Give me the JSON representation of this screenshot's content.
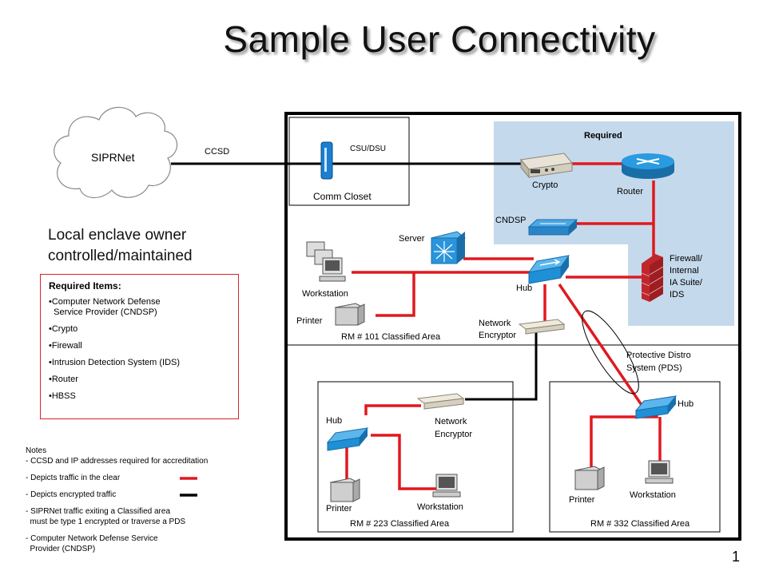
{
  "title": "Sample User Connectivity",
  "page_number": "1",
  "cloud": {
    "label": "SIPRNet"
  },
  "link_label": "CCSD",
  "enclave_text": {
    "line1": "Local enclave owner",
    "line2": "controlled/maintained"
  },
  "required_box": {
    "title": "Required Items:",
    "items": [
      "•Computer Network Defense",
      "  Service Provider (CNDSP)",
      "•Crypto",
      "•Firewall",
      "•Intrusion Detection System (IDS)",
      "•Router",
      "•HBSS"
    ]
  },
  "notes": {
    "heading": "Notes",
    "lines": [
      "-  CCSD and  IP addresses required for accreditation",
      "- Depicts traffic in the clear",
      "- Depicts encrypted traffic",
      "- SIPRNet traffic exiting a Classified area",
      "  must be type 1 encrypted or traverse a PDS",
      "- Computer Network Defense Service",
      "  Provider (CNDSP)"
    ]
  },
  "diagram": {
    "comm_closet": "Comm Closet",
    "csu_dsu": "CSU/DSU",
    "required": "Required",
    "crypto": "Crypto",
    "router": "Router",
    "cndsp": "CNDSP",
    "firewall": [
      "Firewall/",
      "Internal",
      "IA Suite/",
      "IDS"
    ],
    "server": "Server",
    "hub_main": "Hub",
    "workstation_101": "Workstation",
    "printer_101": "Printer",
    "area_101": "RM # 101 Classified Area",
    "network_encryptor_main": [
      "Network",
      "Encryptor"
    ],
    "pds": [
      "Protective Distro",
      "System (PDS)"
    ],
    "hub_223": "Hub",
    "network_encryptor_223": [
      "Network",
      "Encryptor"
    ],
    "printer_223": "Printer",
    "workstation_223": "Workstation",
    "area_223": "RM # 223 Classified Area",
    "hub_332": "Hub",
    "printer_332": "Printer",
    "workstation_332": "Workstation",
    "area_332": "RM # 332 Classified Area"
  },
  "colors": {
    "clear_traffic": "#e0191f",
    "encrypted_traffic": "#000000",
    "required_bg": "#c5d9ec",
    "hub_blue": "#1f8fd6"
  }
}
